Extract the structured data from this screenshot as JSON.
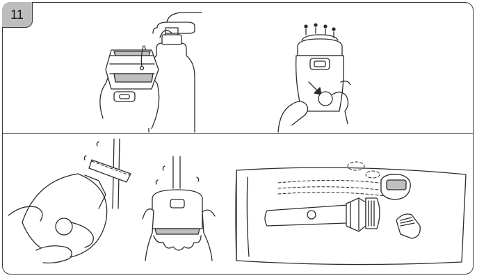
{
  "step": {
    "number": "11"
  },
  "panels": [
    {
      "id": "apply-soap"
    },
    {
      "id": "press-release-button"
    },
    {
      "id": "rinse-trimmer-head"
    },
    {
      "id": "rinse-shaver-head"
    },
    {
      "id": "dry-on-towel"
    }
  ]
}
